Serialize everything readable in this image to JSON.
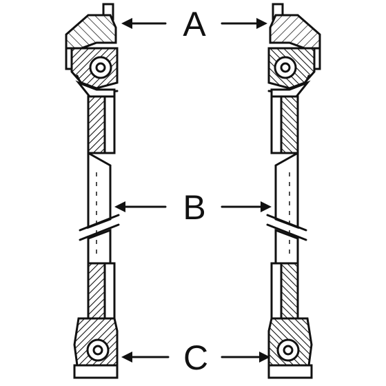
{
  "labels": {
    "top": "A",
    "middle": "B",
    "bottom": "C"
  },
  "colors": {
    "ink": "#111111",
    "background": "#ffffff"
  }
}
